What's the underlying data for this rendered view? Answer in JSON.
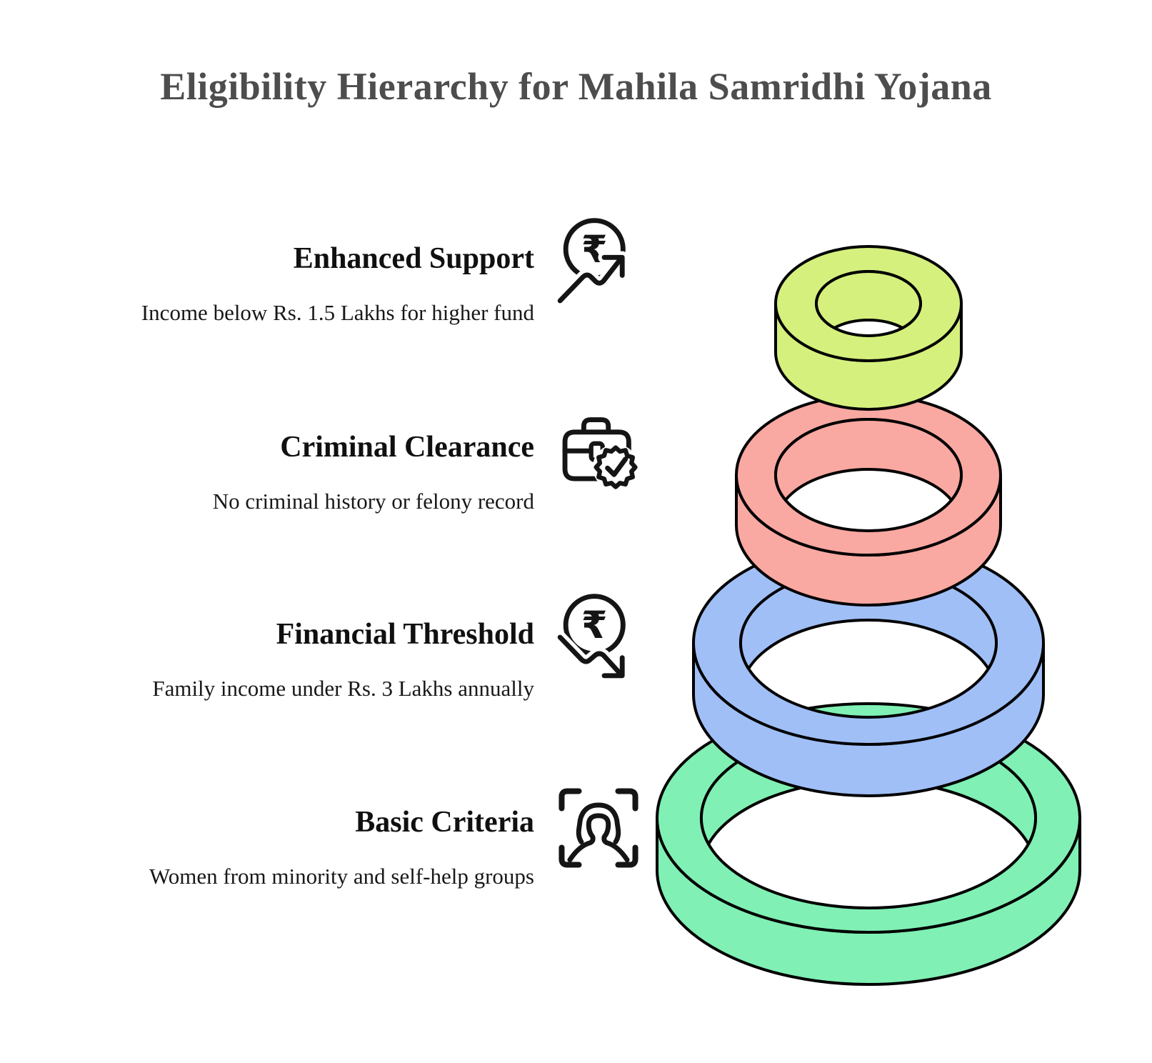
{
  "title": "Eligibility Hierarchy for Mahila Samridhi Yojana",
  "glyphs": {
    "rupee": "₹"
  },
  "colors": {
    "background": "#ffffff",
    "title_text": "#4d4d4d",
    "section_text": "#101010",
    "outline": "#000000"
  },
  "sections": [
    {
      "title": "Enhanced Support",
      "description": "Income below Rs. 1.5 Lakhs for higher fund",
      "icon": "rupee-trend-up-icon",
      "ring_color": "#d5f07d",
      "ring_level": 4
    },
    {
      "title": "Criminal Clearance",
      "description": "No criminal history or felony record",
      "icon": "briefcase-check-icon",
      "ring_color": "#f9a8a2",
      "ring_level": 3
    },
    {
      "title": "Financial Threshold",
      "description": "Family income under Rs. 3 Lakhs annually",
      "icon": "rupee-trend-down-icon",
      "ring_color": "#a0bff7",
      "ring_level": 2
    },
    {
      "title": "Basic Criteria",
      "description": "Women from minority and self-help groups",
      "icon": "woman-face-scan-icon",
      "ring_color": "#80f0b4",
      "ring_level": 1
    }
  ]
}
